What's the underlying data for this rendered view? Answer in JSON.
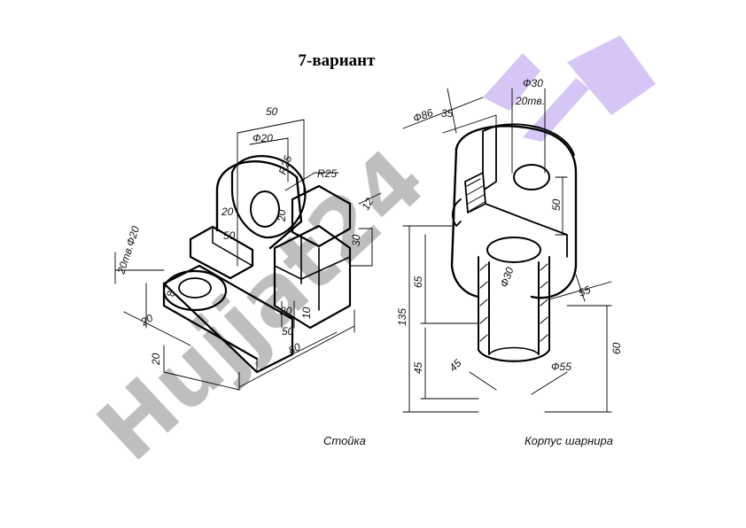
{
  "title": "7-вариант",
  "watermark": {
    "text": "Hujjat24",
    "color": "#b3b3b3",
    "accent_color": "#c8b4f2"
  },
  "left_part": {
    "caption": "Стойка",
    "dims": [
      "50",
      "Ф20",
      "R25",
      "R25",
      "20",
      "50",
      "20",
      "12",
      "30",
      "20тв.Ф20",
      "8",
      "20",
      "20",
      "10",
      "50",
      "80",
      "20"
    ]
  },
  "right_part": {
    "caption": "Корпус шарнира",
    "dims": [
      "Ф30",
      "20тв.",
      "Ф86",
      "35",
      "50",
      "65",
      "135",
      "Ф30",
      "55",
      "45",
      "45",
      "Ф55",
      "60"
    ]
  }
}
